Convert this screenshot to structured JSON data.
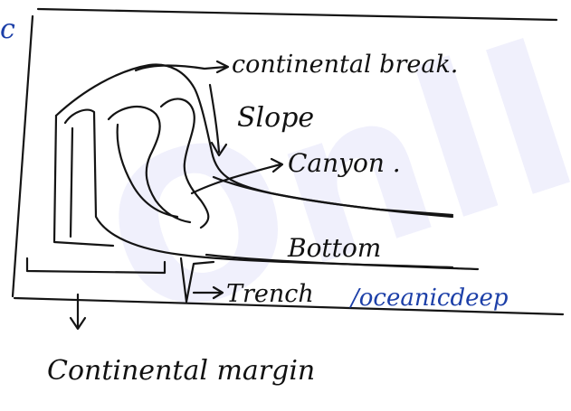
{
  "watermark": {
    "text": "OnlIAS",
    "color": "#2a2ad8"
  },
  "diagram": {
    "panel_letter": "c",
    "labels": {
      "continental_break": "continental break.",
      "slope": "Slope",
      "canyon": "Canyon .",
      "bottom": "Bottom",
      "trench": "Trench",
      "oceanic_deep": "/oceanicdeep",
      "continental_margin": "Continental margin"
    },
    "colors": {
      "ink": "#141414",
      "blue_ink": "#1c3fa8",
      "paper": "#ffffff"
    }
  }
}
